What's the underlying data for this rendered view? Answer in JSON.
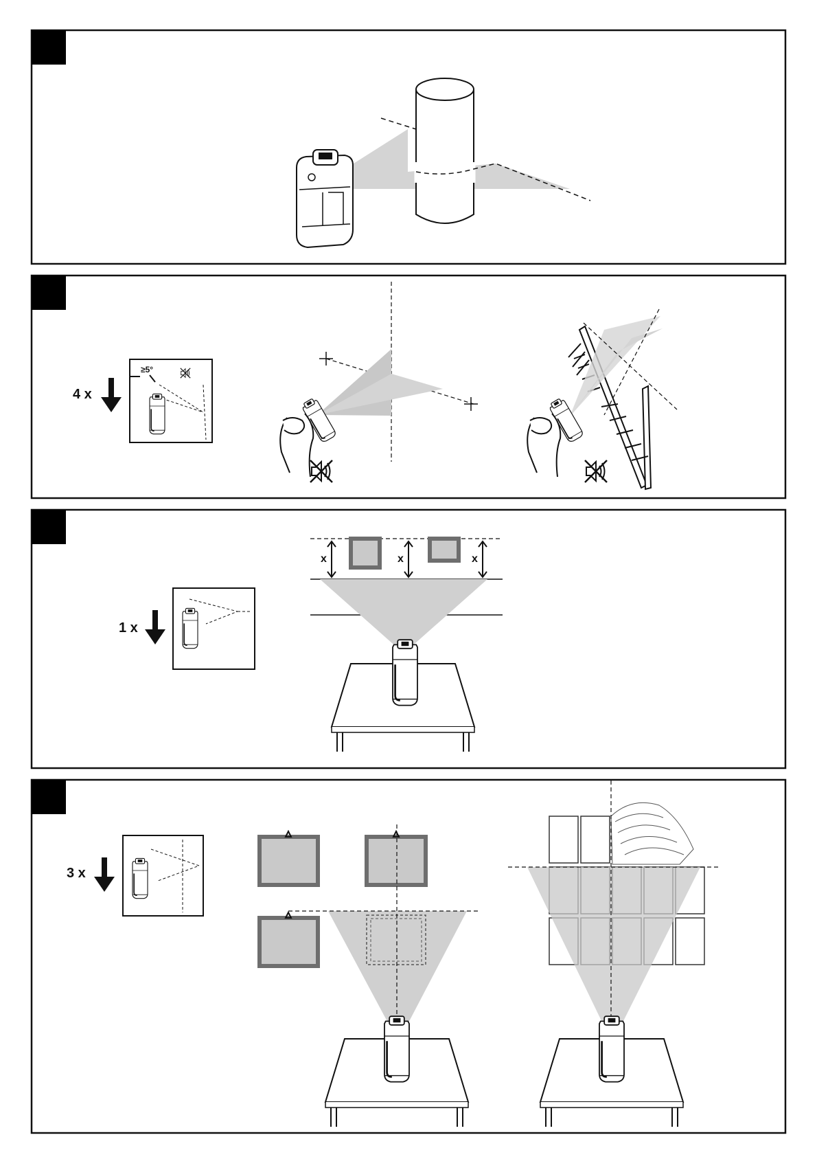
{
  "panel2": {
    "press_count": "4 x",
    "tilt_label": "≥5°"
  },
  "panel3": {
    "press_count": "1 x",
    "distance_label": "x"
  },
  "panel4": {
    "press_count": "3 x"
  },
  "colors": {
    "beam": "#cfcfcf",
    "frame": "#6e6e6e",
    "ink": "#111111",
    "tile": "#bdbdbd"
  },
  "icons": [
    "laser-level-icon",
    "arrow-down-icon",
    "mute-icon",
    "hand-icon",
    "cylinder-icon",
    "table-icon",
    "stairs-icon",
    "picture-frame-icon",
    "tile-icon"
  ]
}
